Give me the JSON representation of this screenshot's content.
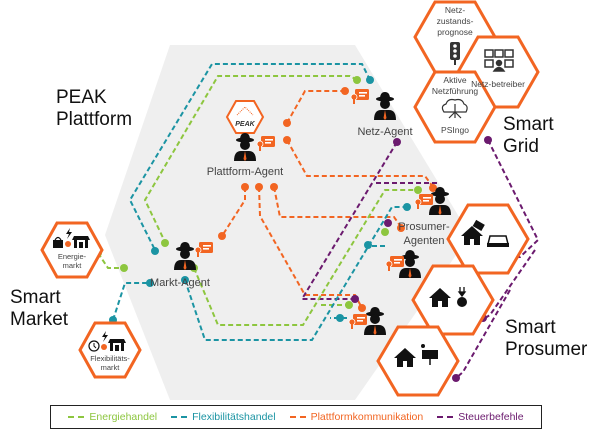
{
  "colors": {
    "energy": "#8dc63f",
    "flex": "#1b94a3",
    "platform": "#f26522",
    "control": "#6b1a6e",
    "hex_stroke": "#f26522",
    "platform_bg": "#efefef"
  },
  "regions": {
    "peak_platform": [
      "PEAK",
      "Plattform"
    ],
    "smart_grid": [
      "Smart",
      "Grid"
    ],
    "smart_market": [
      "Smart",
      "Market"
    ],
    "smart_prosumer": [
      "Smart",
      "Prosumer"
    ]
  },
  "agents": {
    "platform": "Plattform-Agent",
    "grid": "Netz-Agent",
    "market": "Markt-Agent",
    "prosumer": [
      "Prosumer-",
      "Agenten"
    ]
  },
  "peak_logo": "PEAK",
  "grid_hexes": {
    "forecast": [
      "Netz-",
      "zustands-",
      "prognose"
    ],
    "operator": "Netz-betreiber",
    "active": [
      "Aktive",
      "Netzführung"
    ],
    "psingo": "PSIngo"
  },
  "market_hexes": {
    "energy": [
      "Energie-",
      "markt"
    ],
    "flex": [
      "Flexibilitäts-",
      "markt"
    ]
  },
  "legend": [
    {
      "label": "Energiehandel",
      "color_key": "energy"
    },
    {
      "label": "Flexibilitätshandel",
      "color_key": "flex"
    },
    {
      "label": "Plattformkommunikation",
      "color_key": "platform"
    },
    {
      "label": "Steuerbefehle",
      "color_key": "control"
    }
  ]
}
